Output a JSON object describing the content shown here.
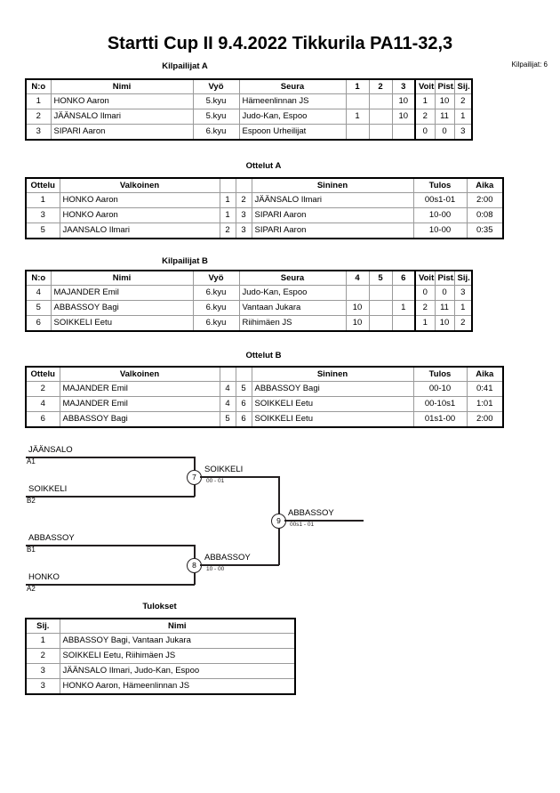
{
  "header": {
    "title_parts": [
      "Startti Cup II",
      "9.4.2022",
      "Tikkurila",
      "PA11-32,3"
    ],
    "title": "Startti Cup II   9.4.2022  Tikkurila   PA11-32,3",
    "entrants_label": "Kilpailijat: 6"
  },
  "pool_a": {
    "caption": "Kilpailijat A",
    "columns": [
      "N:o",
      "Nimi",
      "Vyö",
      "Seura",
      "1",
      "2",
      "3",
      "Voit.",
      "Pist.",
      "Sij."
    ],
    "rows": [
      {
        "no": "1",
        "name": "HONKO Aaron",
        "belt": "5.kyu",
        "club": "Hämeenlinnan JS",
        "m1": "",
        "m2": "",
        "m3": "10",
        "wins": "1",
        "points": "10",
        "rank": "2"
      },
      {
        "no": "2",
        "name": "JÄÄNSALO Ilmari",
        "belt": "5.kyu",
        "club": "Judo-Kan, Espoo",
        "m1": "1",
        "m2": "",
        "m3": "10",
        "wins": "2",
        "points": "11",
        "rank": "1"
      },
      {
        "no": "3",
        "name": "SIPARI Aaron",
        "belt": "6.kyu",
        "club": "Espoon Urheilijat",
        "m1": "",
        "m2": "",
        "m3": "",
        "wins": "0",
        "points": "0",
        "rank": "3"
      }
    ]
  },
  "matches_a": {
    "caption": "Ottelut A",
    "columns": [
      "Ottelu",
      "Valkoinen",
      "",
      "",
      "Sininen",
      "Tulos",
      "Aika"
    ],
    "rows": [
      {
        "no": "1",
        "white": "HONKO Aaron",
        "wn": "1",
        "bn": "2",
        "blue": "JÄÄNSALO Ilmari",
        "result": "00s1-01",
        "time": "2:00"
      },
      {
        "no": "3",
        "white": "HONKO Aaron",
        "wn": "1",
        "bn": "3",
        "blue": "SIPARI Aaron",
        "result": "10-00",
        "time": "0:08"
      },
      {
        "no": "5",
        "white": "JAANSALO Ilmari",
        "wn": "2",
        "bn": "3",
        "blue": "SIPARI Aaron",
        "result": "10-00",
        "time": "0:35"
      }
    ]
  },
  "pool_b": {
    "caption": "Kilpailijat B",
    "columns": [
      "N:o",
      "Nimi",
      "Vyö",
      "Seura",
      "4",
      "5",
      "6",
      "Voit.",
      "Pist.",
      "Sij."
    ],
    "rows": [
      {
        "no": "4",
        "name": "MAJANDER Emil",
        "belt": "6.kyu",
        "club": "Judo-Kan, Espoo",
        "m1": "",
        "m2": "",
        "m3": "",
        "wins": "0",
        "points": "0",
        "rank": "3"
      },
      {
        "no": "5",
        "name": "ABBASSOY Bagi",
        "belt": "6.kyu",
        "club": "Vantaan Jukara",
        "m1": "10",
        "m2": "",
        "m3": "1",
        "wins": "2",
        "points": "11",
        "rank": "1"
      },
      {
        "no": "6",
        "name": "SOIKKELI Eetu",
        "belt": "6.kyu",
        "club": "Riihimäen JS",
        "m1": "10",
        "m2": "",
        "m3": "",
        "wins": "1",
        "points": "10",
        "rank": "2"
      }
    ]
  },
  "matches_b": {
    "caption": "Ottelut B",
    "columns": [
      "Ottelu",
      "Valkoinen",
      "",
      "",
      "Sininen",
      "Tulos",
      "Aika"
    ],
    "rows": [
      {
        "no": "2",
        "white": "MAJANDER Emil",
        "wn": "4",
        "bn": "5",
        "blue": "ABBASSOY Bagi",
        "result": "00-10",
        "time": "0:41"
      },
      {
        "no": "4",
        "white": "MAJANDER Emil",
        "wn": "4",
        "bn": "6",
        "blue": "SOIKKELI Eetu",
        "result": "00-10s1",
        "time": "1:01"
      },
      {
        "no": "6",
        "white": "ABBASSOY Bagi",
        "wn": "5",
        "bn": "6",
        "blue": "SOIKKELI Eetu",
        "result": "01s1-00",
        "time": "2:00"
      }
    ]
  },
  "bracket": {
    "entries": [
      {
        "name": "JÄÄNSALO",
        "seed": "A1"
      },
      {
        "name": "SOIKKELI",
        "seed": "B2"
      },
      {
        "name": "ABBASSOY",
        "seed": "B1"
      },
      {
        "name": "HONKO",
        "seed": "A2"
      }
    ],
    "semifinal_1": {
      "number": "7",
      "winner": "SOIKKELI",
      "score": "00 - 01"
    },
    "semifinal_2": {
      "number": "8",
      "winner": "ABBASSOY",
      "score": "10 - 00"
    },
    "final": {
      "number": "9",
      "winner": "ABBASSOY",
      "score": "00s1 - 01"
    }
  },
  "results": {
    "caption": "Tulokset",
    "columns": [
      "Sij.",
      "Nimi"
    ],
    "rows": [
      {
        "rank": "1",
        "name": "ABBASSOY Bagi, Vantaan Jukara"
      },
      {
        "rank": "2",
        "name": "SOIKKELI Eetu, Riihimäen JS"
      },
      {
        "rank": "3",
        "name": "JÄÄNSALO Ilmari, Judo-Kan, Espoo"
      },
      {
        "rank": "3",
        "name": "HONKO Aaron, Hämeenlinnan JS"
      }
    ]
  }
}
